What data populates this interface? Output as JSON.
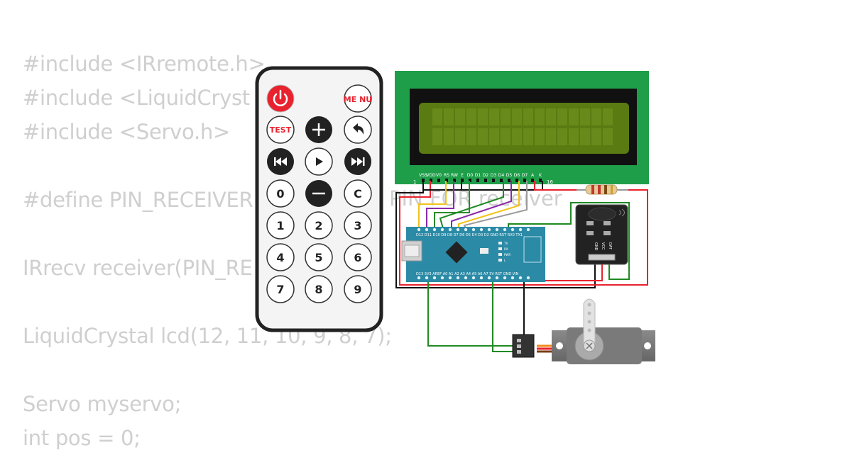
{
  "code_lines": [
    "#include <IRremote.h>",
    "#include <LiquidCryst",
    "#include <Servo.h>",
    "",
    "#define PIN_RECEIVER",
    "",
    "IRrecv receiver(PIN_RE",
    "",
    "LiquidCrystal lcd(12, 11, 10, 9, 8, 7);",
    "",
    "Servo myservo;",
    "int pos = 0;"
  ],
  "code_fragment": "PIN FOR receiver",
  "remote": {
    "power_icon": "power-icon",
    "menu": "ME NU",
    "test": "TEST",
    "plus_icon": "plus-icon",
    "back_icon": "back-arrow-icon",
    "prev_icon": "prev-track-icon",
    "play_icon": "play-icon",
    "next_icon": "next-track-icon",
    "zero": "0",
    "minus_icon": "minus-icon",
    "clear": "C",
    "digits": [
      "1",
      "2",
      "3",
      "4",
      "5",
      "6",
      "7",
      "8",
      "9"
    ]
  },
  "lcd": {
    "pins": [
      "VSS",
      "VDD",
      "V0",
      "RS",
      "RW",
      "E",
      "D0",
      "D1",
      "D2",
      "D3",
      "D4",
      "D5",
      "D6",
      "D7",
      "A",
      "K"
    ],
    "first_pin": "1",
    "last_pin": "16"
  },
  "nano": {
    "top_pins": "D12 D11 D10 D9 D8 D7 D6 D5 D4 D3 D2 GND RST RX0 TX1",
    "bottom_pins": "D13 3V3 AREF A0 A1 A2 A3 A4 A5 A6 A7 5V RST GND VIN",
    "leds": [
      "TX",
      "RX",
      "PWR",
      "L"
    ]
  },
  "ir_receiver": {
    "pins": [
      "GND",
      "VCC",
      "DAT"
    ]
  },
  "colors": {
    "lcd_board": "#1f9e4a",
    "lcd_screen": "#5a7a12",
    "nano_board": "#2b8aa6",
    "remote_red": "#e8222e",
    "wire_red": "#e8222e",
    "wire_green": "#1f8a22",
    "wire_black": "#111111",
    "wire_yellow": "#f2c318",
    "wire_purple": "#8a2aa8",
    "wire_gray": "#9a9a9a",
    "wire_orange": "#f28a1a",
    "servo_body": "#7a7a7a"
  }
}
